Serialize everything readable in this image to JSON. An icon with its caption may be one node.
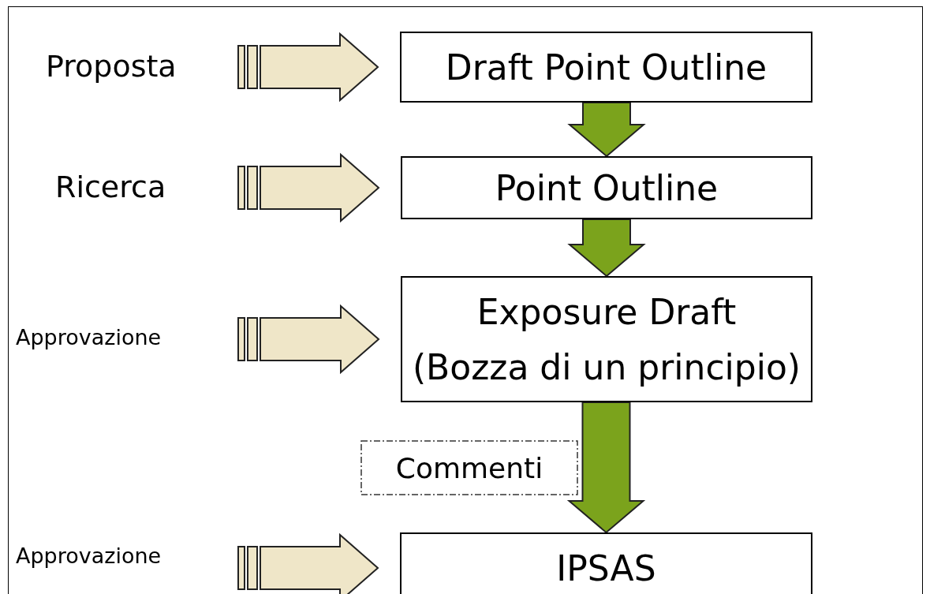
{
  "diagram": {
    "nodes": [
      {
        "text": [
          "Proposta"
        ]
      },
      {
        "text": [
          "Ricerca"
        ]
      },
      {
        "text": [
          "Approvazione"
        ]
      },
      {
        "text": [
          "Approvazione"
        ]
      },
      {
        "text": [
          "Draft Point Outline"
        ]
      },
      {
        "text": [
          "Point Outline"
        ]
      },
      {
        "text": [
          "Exposure Draft",
          "(Bozza di un principio)"
        ]
      },
      {
        "text": [
          "IPSAS"
        ]
      },
      {
        "text": [
          "Commenti"
        ]
      }
    ],
    "edges": [
      {
        "from": 0,
        "to": 4,
        "arrow": "to",
        "style": "thick",
        "color": "#efe6c8"
      },
      {
        "from": 1,
        "to": 5,
        "arrow": "to",
        "style": "thick",
        "color": "#efe6c8"
      },
      {
        "from": 2,
        "to": 6,
        "arrow": "to",
        "style": "thick",
        "color": "#efe6c8"
      },
      {
        "from": 3,
        "to": 7,
        "arrow": "to",
        "style": "thick",
        "color": "#efe6c8"
      },
      {
        "from": 4,
        "to": 5,
        "arrow": "to",
        "style": "thick",
        "color": "#7ba31c"
      },
      {
        "from": 5,
        "to": 6,
        "arrow": "to",
        "style": "thick",
        "color": "#7ba31c"
      },
      {
        "from": 6,
        "to": 7,
        "arrow": "to",
        "style": "thick",
        "color": "#7ba31c"
      }
    ]
  }
}
